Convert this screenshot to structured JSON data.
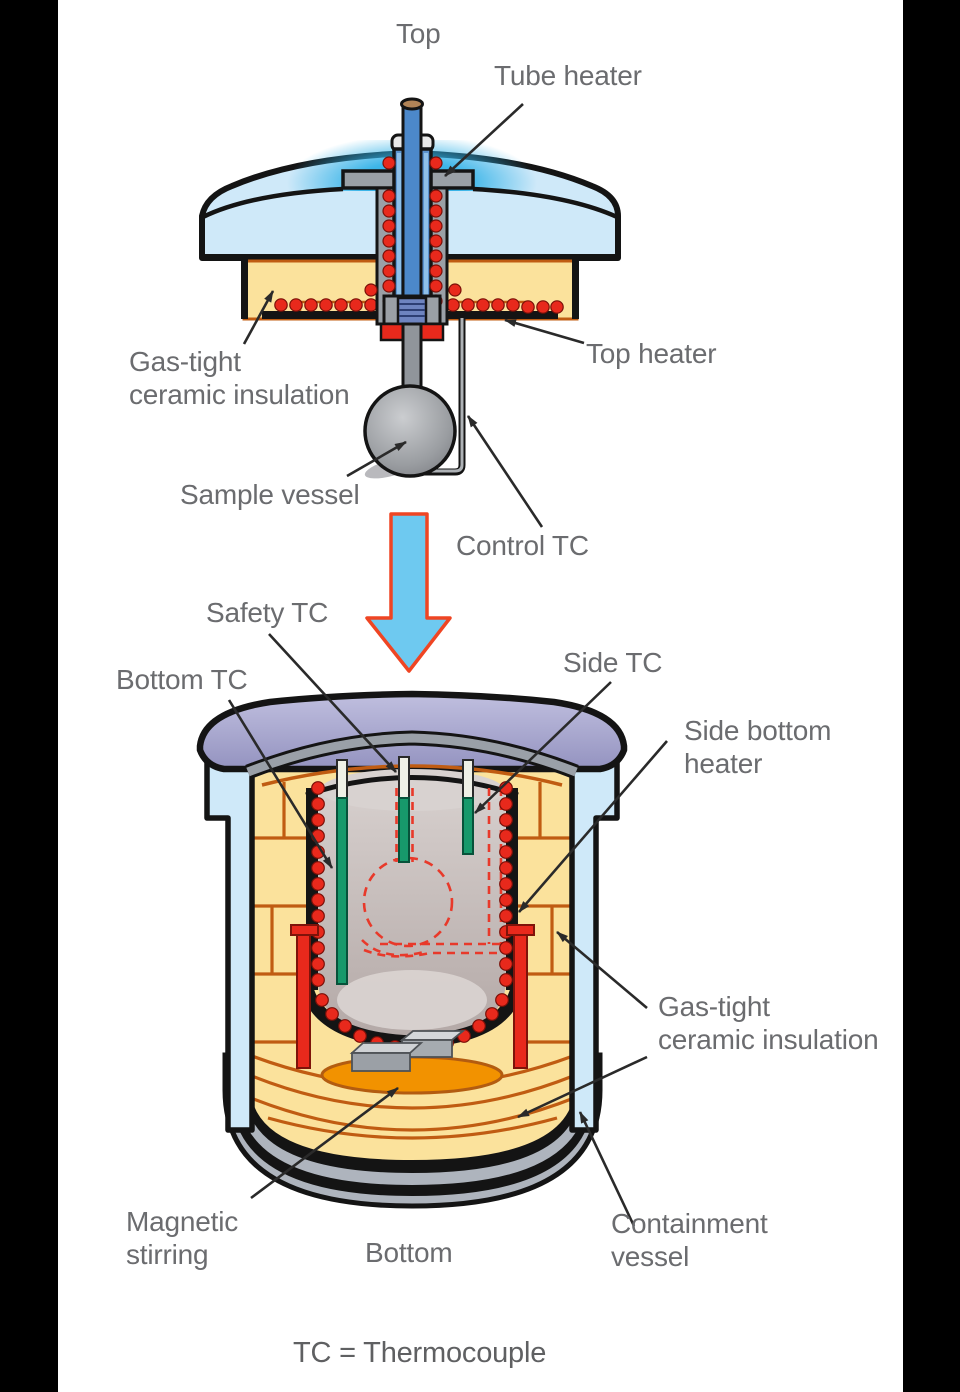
{
  "title": "Furnace cross-section diagram (top lid and containment vessel)",
  "labels": {
    "top": "Top",
    "tube_heater": "Tube heater",
    "gas_tight_top": "Gas-tight\nceramic insulation",
    "top_heater": "Top heater",
    "sample_vessel": "Sample vessel",
    "control_tc": "Control TC",
    "safety_tc": "Safety TC",
    "bottom_tc": "Bottom TC",
    "side_tc": "Side TC",
    "side_bottom_heater": "Side bottom\nheater",
    "gas_tight_bottom": "Gas-tight\nceramic insulation",
    "magnetic_stirring": "Magnetic\nstirring",
    "bottom": "Bottom",
    "containment_vessel": "Containment\nvessel",
    "note": "TC = Thermocouple"
  },
  "colors": {
    "background_black": "#000000",
    "panel_white": "#ffffff",
    "label_text": "#6b6c6f",
    "note_text": "#5f6062",
    "heater_red": "#e8291c",
    "insulation_yellow": "#fbe29c",
    "insulation_line_orange": "#c05c12",
    "vessel_blue_light": "#cfe9f9",
    "dome_glow_blue": "#1ba7e0",
    "lid_purple": "#abaacf",
    "metal_gray": "#9aa0a6",
    "tc_green": "#17996b",
    "ghost_red": "#e8392a",
    "flow_arrow_fill": "#6ec9f0",
    "flow_arrow_stroke": "#ef4523",
    "outline_black": "#141414"
  }
}
